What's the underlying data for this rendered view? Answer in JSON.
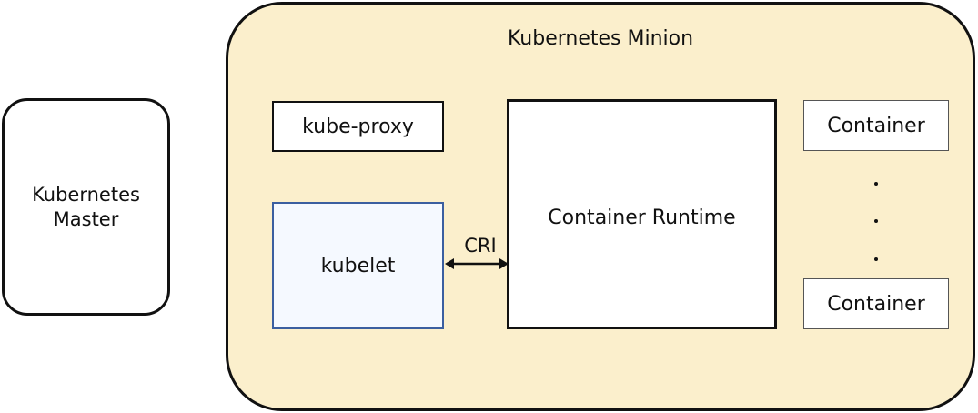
{
  "master": {
    "line1": "Kubernetes",
    "line2": "Master"
  },
  "minion": {
    "title": "Kubernetes Minion",
    "kube_proxy": "kube-proxy",
    "kubelet": "kubelet",
    "cri": "CRI",
    "runtime": "Container Runtime",
    "containers": [
      "Container",
      "Container"
    ]
  },
  "colors": {
    "minion_fill": "#fbefcc",
    "kubelet_border": "#3b5fa0",
    "kubelet_fill": "#f5f9ff",
    "stroke": "#111111"
  }
}
